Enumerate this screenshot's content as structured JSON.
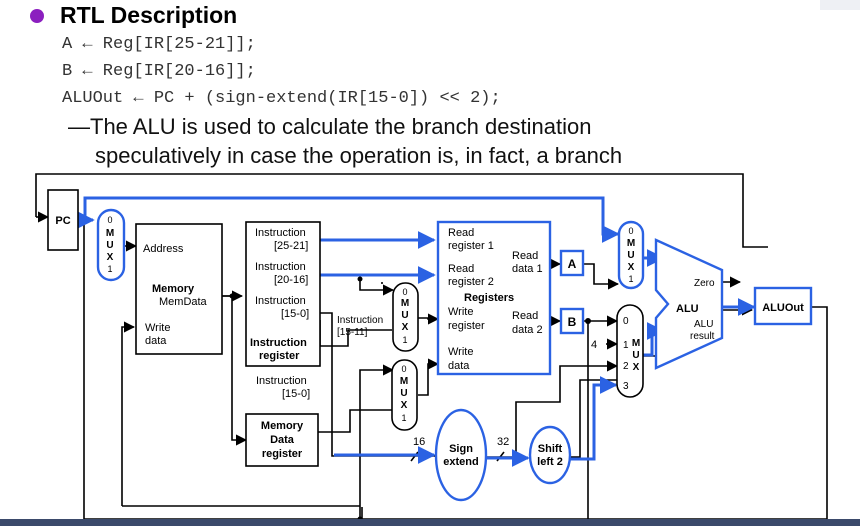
{
  "header": {
    "title": "RTL Description"
  },
  "rtl": {
    "line1": "A ← Reg[IR[25-21]];",
    "line2": "B ← Reg[IR[20-16]];",
    "line3": "ALUOut ← PC + (sign-extend(IR[15-0]) << 2);"
  },
  "note": {
    "line1": "—The ALU is used to calculate the branch destination",
    "line2": "speculatively in case the operation is, in fact, a branch"
  },
  "diagram": {
    "pc": "PC",
    "mux_letters": [
      "M",
      "U",
      "X"
    ],
    "mux_in0": "0",
    "mux_in1": "1",
    "mux_in2": "2",
    "mux_in3": "3",
    "memory": {
      "address": "Address",
      "title": "Memory",
      "memdata": "MemData",
      "write1": "Write",
      "write2": "data"
    },
    "ir": {
      "instr": "Instruction",
      "r1": "[25-21]",
      "r2": "[20-16]",
      "r3": "[15-0]",
      "title1": "Instruction",
      "title2": "register",
      "instr_b": "Instruction",
      "r_b": "[15-0]",
      "wr1": "Instruction",
      "wr2": "[15-11]"
    },
    "mdr": {
      "l1": "Memory",
      "l2": "Data",
      "l3": "register"
    },
    "regs": {
      "rr1a": "Read",
      "rr1b": "register 1",
      "rr2a": "Read",
      "rr2b": "register 2",
      "title": "Registers",
      "wr_a": "Write",
      "wr_b": "register",
      "wd_a": "Write",
      "wd_b": "data",
      "rd1a": "Read",
      "rd1b": "data 1",
      "rd2a": "Read",
      "rd2b": "data 2"
    },
    "reg_a": "A",
    "reg_b": "B",
    "four": "4",
    "alu": {
      "zero": "Zero",
      "title": "ALU",
      "res1": "ALU",
      "res2": "result"
    },
    "aluout": "ALUOut",
    "signext": {
      "l1": "Sign",
      "l2": "extend"
    },
    "shift": {
      "l1": "Shift",
      "l2": "left 2"
    },
    "bits16": "16",
    "bits32": "32"
  },
  "colors": {
    "bullet": "#8b1fbf",
    "highlight": "#2b62e3",
    "wire": "#000000"
  }
}
